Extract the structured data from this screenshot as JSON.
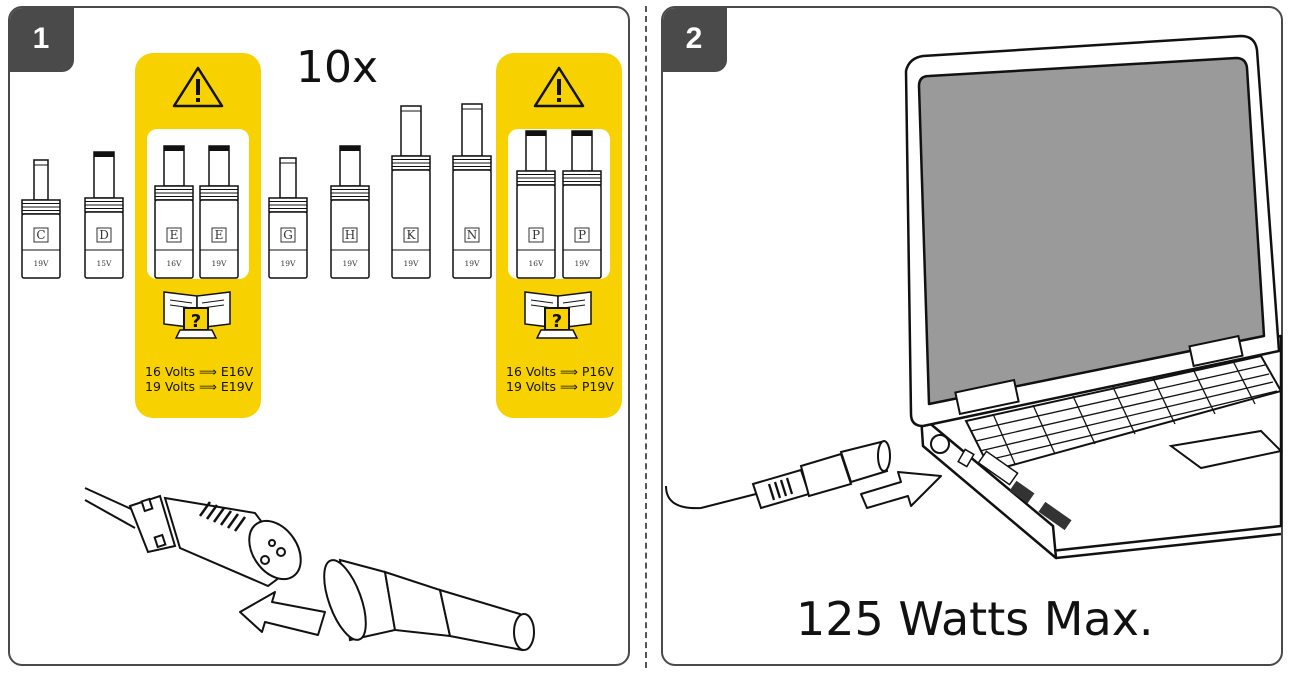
{
  "steps": [
    {
      "number": "1",
      "count_label": "10x"
    },
    {
      "number": "2",
      "power_label": "125 Watts Max."
    }
  ],
  "tips": [
    {
      "letter": "C",
      "voltage": "19V",
      "highlight": false
    },
    {
      "letter": "D",
      "voltage": "15V",
      "highlight": false
    },
    {
      "letter": "E",
      "voltage": "16V",
      "highlight": true
    },
    {
      "letter": "E",
      "voltage": "19V",
      "highlight": true
    },
    {
      "letter": "G",
      "voltage": "19V",
      "highlight": false
    },
    {
      "letter": "H",
      "voltage": "19V",
      "highlight": false
    },
    {
      "letter": "K",
      "voltage": "19V",
      "highlight": false
    },
    {
      "letter": "N",
      "voltage": "19V",
      "highlight": false
    },
    {
      "letter": "P",
      "voltage": "16V",
      "highlight": true
    },
    {
      "letter": "P",
      "voltage": "19V",
      "highlight": true
    }
  ],
  "warning_groups": [
    {
      "line1": "16 Volts ⟹ E16V",
      "line2": "19 Volts ⟹ E19V",
      "icon": "warning-triangle-icon",
      "manual_icon": "manual-laptop-question-icon"
    },
    {
      "line1": "16 Volts ⟹ P16V",
      "line2": "19 Volts ⟹ P19V",
      "icon": "warning-triangle-icon",
      "manual_icon": "manual-laptop-question-icon"
    }
  ],
  "colors": {
    "highlight": "#f7d200",
    "frame": "#4a4a4a",
    "screen": "#9a9a9a"
  }
}
